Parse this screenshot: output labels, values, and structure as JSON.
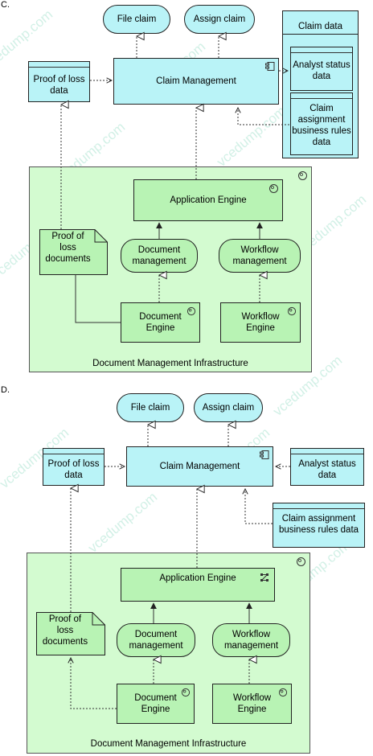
{
  "watermark": "vcedump.com",
  "diagram_c": {
    "label": "C.",
    "file_claim": "File claim",
    "assign_claim": "Assign claim",
    "claim_data_title": "Claim data",
    "analyst_status": "Analyst status\ndata",
    "business_rules": "Claim\nassignment\nbusiness rules\ndata",
    "proof_of_loss_data": "Proof of loss\ndata",
    "claim_management": "Claim Management",
    "application_engine": "Application Engine",
    "proof_of_loss_documents": "Proof of\nloss\ndocuments",
    "document_management": "Document\nmanagement",
    "workflow_management": "Workflow\nmanagement",
    "document_engine": "Document\nEngine",
    "workflow_engine": "Workflow\nEngine",
    "infrastructure": "Document Management Infrastructure"
  },
  "diagram_d": {
    "label": "D.",
    "file_claim": "File claim",
    "assign_claim": "Assign claim",
    "proof_of_loss_data": "Proof of loss\ndata",
    "claim_management": "Claim Management",
    "analyst_status": "Analyst status\ndata",
    "business_rules": "Claim assignment\nbusiness rules data",
    "application_engine": "Application Engine",
    "proof_of_loss_documents": "Proof of\nloss\ndocuments",
    "document_management": "Document\nmanagement",
    "workflow_management": "Workflow\nmanagement",
    "document_engine": "Document\nEngine",
    "workflow_engine": "Workflow\nEngine",
    "infrastructure": "Document Management Infrastructure"
  },
  "colors": {
    "application_layer": "#b9f3f7",
    "technology_layer": "#b8f3b4",
    "infrastructure_fill": "#d3fbd0",
    "watermark": "#7fd6b9"
  },
  "icons": [
    "component-icon",
    "node-icon",
    "device-icon"
  ]
}
